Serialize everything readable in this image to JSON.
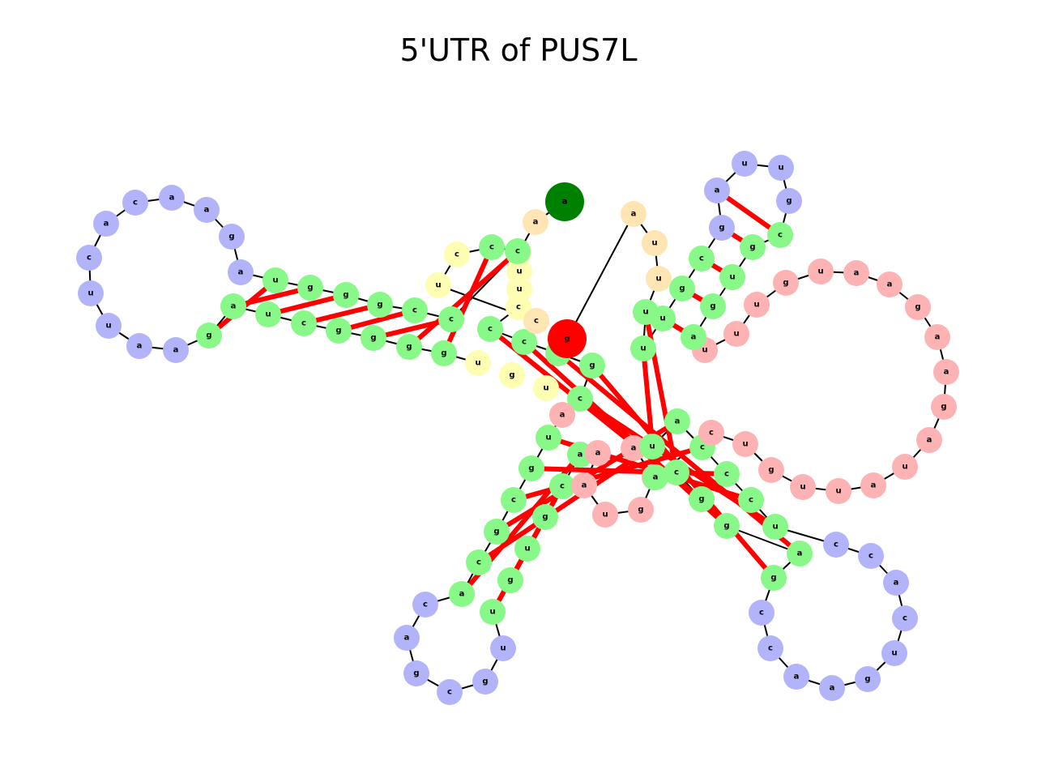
{
  "title": "5'UTR of PUS7L",
  "colors": {
    "stem": "#88f988",
    "hairpin_loop": "#b3b3fa",
    "interior_loop": "#fdb3b3",
    "multiloop": "#fefeb3",
    "unpaired": "#fee5b3",
    "five_prime": "#008000",
    "three_prime": "#ff0000",
    "pair_line": "#ff0000",
    "backbone": "#000000"
  },
  "nucleotides": [
    {
      "id": 0,
      "b": "a",
      "t": "five_prime"
    },
    {
      "id": 1,
      "b": "a",
      "t": "unpaired"
    },
    {
      "id": 2,
      "b": "u",
      "t": "unpaired"
    },
    {
      "id": 3,
      "b": "u",
      "t": "multiloop"
    },
    {
      "id": 4,
      "b": "u",
      "t": "multiloop"
    },
    {
      "id": 5,
      "b": "c",
      "t": "multiloop"
    },
    {
      "id": 6,
      "b": "c",
      "t": "stem"
    },
    {
      "id": 7,
      "b": "c",
      "t": "stem"
    },
    {
      "id": 8,
      "b": "c",
      "t": "stem"
    },
    {
      "id": 9,
      "b": "g",
      "t": "stem"
    },
    {
      "id": 10,
      "b": "c",
      "t": "stem"
    },
    {
      "id": 11,
      "b": "a",
      "t": "interior_loop"
    },
    {
      "id": 12,
      "b": "u",
      "t": "stem"
    },
    {
      "id": 13,
      "b": "g",
      "t": "stem"
    },
    {
      "id": 14,
      "b": "c",
      "t": "stem"
    },
    {
      "id": 15,
      "b": "g",
      "t": "stem"
    },
    {
      "id": 16,
      "b": "c",
      "t": "stem"
    },
    {
      "id": 17,
      "b": "a",
      "t": "stem"
    },
    {
      "id": 18,
      "b": "c",
      "t": "hairpin_loop"
    },
    {
      "id": 19,
      "b": "a",
      "t": "hairpin_loop"
    },
    {
      "id": 20,
      "b": "g",
      "t": "hairpin_loop"
    },
    {
      "id": 21,
      "b": "c",
      "t": "hairpin_loop"
    },
    {
      "id": 22,
      "b": "g",
      "t": "hairpin_loop"
    },
    {
      "id": 23,
      "b": "u",
      "t": "hairpin_loop"
    },
    {
      "id": 24,
      "b": "u",
      "t": "stem"
    },
    {
      "id": 25,
      "b": "g",
      "t": "stem"
    },
    {
      "id": 26,
      "b": "u",
      "t": "stem"
    },
    {
      "id": 27,
      "b": "g",
      "t": "stem"
    },
    {
      "id": 28,
      "b": "c",
      "t": "stem"
    },
    {
      "id": 29,
      "b": "a",
      "t": "stem"
    },
    {
      "id": 30,
      "b": "a",
      "t": "interior_loop"
    },
    {
      "id": 31,
      "b": "a",
      "t": "interior_loop"
    },
    {
      "id": 32,
      "b": "u",
      "t": "interior_loop"
    },
    {
      "id": 33,
      "b": "g",
      "t": "interior_loop"
    },
    {
      "id": 34,
      "b": "a",
      "t": "interior_loop"
    },
    {
      "id": 35,
      "b": "a",
      "t": "interior_loop"
    },
    {
      "id": 36,
      "b": "u",
      "t": "stem"
    },
    {
      "id": 37,
      "b": "a",
      "t": "stem"
    },
    {
      "id": 38,
      "b": "c",
      "t": "stem"
    },
    {
      "id": 39,
      "b": "c",
      "t": "stem"
    },
    {
      "id": 40,
      "b": "c",
      "t": "stem"
    },
    {
      "id": 41,
      "b": "u",
      "t": "stem"
    },
    {
      "id": 42,
      "b": "c",
      "t": "hairpin_loop"
    },
    {
      "id": 43,
      "b": "c",
      "t": "hairpin_loop"
    },
    {
      "id": 44,
      "b": "a",
      "t": "hairpin_loop"
    },
    {
      "id": 45,
      "b": "c",
      "t": "hairpin_loop"
    },
    {
      "id": 46,
      "b": "u",
      "t": "hairpin_loop"
    },
    {
      "id": 47,
      "b": "g",
      "t": "hairpin_loop"
    },
    {
      "id": 48,
      "b": "a",
      "t": "hairpin_loop"
    },
    {
      "id": 49,
      "b": "a",
      "t": "hairpin_loop"
    },
    {
      "id": 50,
      "b": "c",
      "t": "hairpin_loop"
    },
    {
      "id": 51,
      "b": "c",
      "t": "hairpin_loop"
    },
    {
      "id": 52,
      "b": "g",
      "t": "stem"
    },
    {
      "id": 53,
      "b": "a",
      "t": "stem"
    },
    {
      "id": 54,
      "b": "g",
      "t": "stem"
    },
    {
      "id": 55,
      "b": "g",
      "t": "stem"
    },
    {
      "id": 56,
      "b": "c",
      "t": "stem"
    },
    {
      "id": 57,
      "b": "a",
      "t": "stem"
    },
    {
      "id": 58,
      "b": "c",
      "t": "interior_loop"
    },
    {
      "id": 59,
      "b": "u",
      "t": "interior_loop"
    },
    {
      "id": 60,
      "b": "g",
      "t": "interior_loop"
    },
    {
      "id": 61,
      "b": "u",
      "t": "interior_loop"
    },
    {
      "id": 62,
      "b": "u",
      "t": "interior_loop"
    },
    {
      "id": 63,
      "b": "a",
      "t": "interior_loop"
    },
    {
      "id": 64,
      "b": "u",
      "t": "interior_loop"
    },
    {
      "id": 65,
      "b": "a",
      "t": "interior_loop"
    },
    {
      "id": 66,
      "b": "g",
      "t": "interior_loop"
    },
    {
      "id": 67,
      "b": "a",
      "t": "interior_loop"
    },
    {
      "id": 68,
      "b": "a",
      "t": "interior_loop"
    },
    {
      "id": 69,
      "b": "g",
      "t": "interior_loop"
    },
    {
      "id": 70,
      "b": "a",
      "t": "interior_loop"
    },
    {
      "id": 71,
      "b": "a",
      "t": "interior_loop"
    },
    {
      "id": 72,
      "b": "u",
      "t": "interior_loop"
    },
    {
      "id": 73,
      "b": "g",
      "t": "interior_loop"
    },
    {
      "id": 74,
      "b": "u",
      "t": "interior_loop"
    },
    {
      "id": 75,
      "b": "u",
      "t": "interior_loop"
    },
    {
      "id": 76,
      "b": "u",
      "t": "interior_loop"
    },
    {
      "id": 77,
      "b": "a",
      "t": "stem"
    },
    {
      "id": 78,
      "b": "g",
      "t": "stem"
    },
    {
      "id": 79,
      "b": "u",
      "t": "stem"
    },
    {
      "id": 80,
      "b": "g",
      "t": "stem"
    },
    {
      "id": 81,
      "b": "c",
      "t": "stem"
    },
    {
      "id": 82,
      "b": "g",
      "t": "hairpin_loop"
    },
    {
      "id": 83,
      "b": "u",
      "t": "hairpin_loop"
    },
    {
      "id": 84,
      "b": "u",
      "t": "hairpin_loop"
    },
    {
      "id": 85,
      "b": "a",
      "t": "hairpin_loop"
    },
    {
      "id": 86,
      "b": "g",
      "t": "hairpin_loop"
    },
    {
      "id": 87,
      "b": "c",
      "t": "stem"
    },
    {
      "id": 88,
      "b": "g",
      "t": "stem"
    },
    {
      "id": 89,
      "b": "u",
      "t": "stem"
    },
    {
      "id": 90,
      "b": "u",
      "t": "stem"
    },
    {
      "id": 91,
      "b": "u",
      "t": "stem"
    },
    {
      "id": 92,
      "b": "u",
      "t": "unpaired"
    },
    {
      "id": 93,
      "b": "u",
      "t": "unpaired"
    },
    {
      "id": 94,
      "b": "a",
      "t": "unpaired"
    },
    {
      "id": 95,
      "b": "g",
      "t": "three_prime"
    },
    {
      "id": 96,
      "b": "c",
      "t": "unpaired"
    },
    {
      "id": 97,
      "b": "u",
      "t": "multiloop"
    },
    {
      "id": 98,
      "b": "c",
      "t": "multiloop"
    },
    {
      "id": 99,
      "b": "c",
      "t": "stem"
    },
    {
      "id": 100,
      "b": "c",
      "t": "stem"
    },
    {
      "id": 101,
      "b": "c",
      "t": "stem"
    },
    {
      "id": 102,
      "b": "c",
      "t": "stem"
    },
    {
      "id": 103,
      "b": "g",
      "t": "stem"
    },
    {
      "id": 104,
      "b": "g",
      "t": "stem"
    },
    {
      "id": 105,
      "b": "g",
      "t": "stem"
    },
    {
      "id": 106,
      "b": "u",
      "t": "stem"
    },
    {
      "id": 107,
      "b": "a",
      "t": "hairpin_loop"
    },
    {
      "id": 108,
      "b": "g",
      "t": "hairpin_loop"
    },
    {
      "id": 109,
      "b": "a",
      "t": "hairpin_loop"
    },
    {
      "id": 110,
      "b": "a",
      "t": "hairpin_loop"
    },
    {
      "id": 111,
      "b": "c",
      "t": "hairpin_loop"
    },
    {
      "id": 112,
      "b": "a",
      "t": "hairpin_loop"
    },
    {
      "id": 113,
      "b": "c",
      "t": "hairpin_loop"
    },
    {
      "id": 114,
      "b": "u",
      "t": "hairpin_loop"
    },
    {
      "id": 115,
      "b": "u",
      "t": "hairpin_loop"
    },
    {
      "id": 116,
      "b": "a",
      "t": "hairpin_loop"
    },
    {
      "id": 117,
      "b": "a",
      "t": "hairpin_loop"
    },
    {
      "id": 118,
      "b": "g",
      "t": "stem"
    },
    {
      "id": 119,
      "b": "a",
      "t": "stem"
    },
    {
      "id": 120,
      "b": "u",
      "t": "stem"
    },
    {
      "id": 121,
      "b": "c",
      "t": "stem"
    },
    {
      "id": 122,
      "b": "g",
      "t": "stem"
    },
    {
      "id": 123,
      "b": "g",
      "t": "stem"
    },
    {
      "id": 124,
      "b": "g",
      "t": "stem"
    },
    {
      "id": 125,
      "b": "g",
      "t": "stem"
    },
    {
      "id": 126,
      "b": "u",
      "t": "multiloop"
    },
    {
      "id": 127,
      "b": "g",
      "t": "multiloop"
    },
    {
      "id": 128,
      "b": "u",
      "t": "multiloop"
    }
  ],
  "pairs": [
    [
      6,
      55
    ],
    [
      7,
      54
    ],
    [
      8,
      53
    ],
    [
      9,
      52
    ],
    [
      10,
      41
    ],
    [
      12,
      40
    ],
    [
      13,
      39
    ],
    [
      14,
      38
    ],
    [
      15,
      37
    ],
    [
      16,
      36
    ],
    [
      17,
      29
    ],
    [
      24,
      28
    ],
    [
      25,
      27
    ],
    [
      56,
      91
    ],
    [
      57,
      90
    ],
    [
      77,
      89
    ],
    [
      78,
      88
    ],
    [
      79,
      87
    ],
    [
      80,
      86
    ],
    [
      81,
      85
    ],
    [
      99,
      125
    ],
    [
      100,
      124
    ],
    [
      101,
      123
    ],
    [
      102,
      122
    ],
    [
      103,
      121
    ],
    [
      104,
      120
    ],
    [
      105,
      119
    ],
    [
      106,
      118
    ]
  ]
}
